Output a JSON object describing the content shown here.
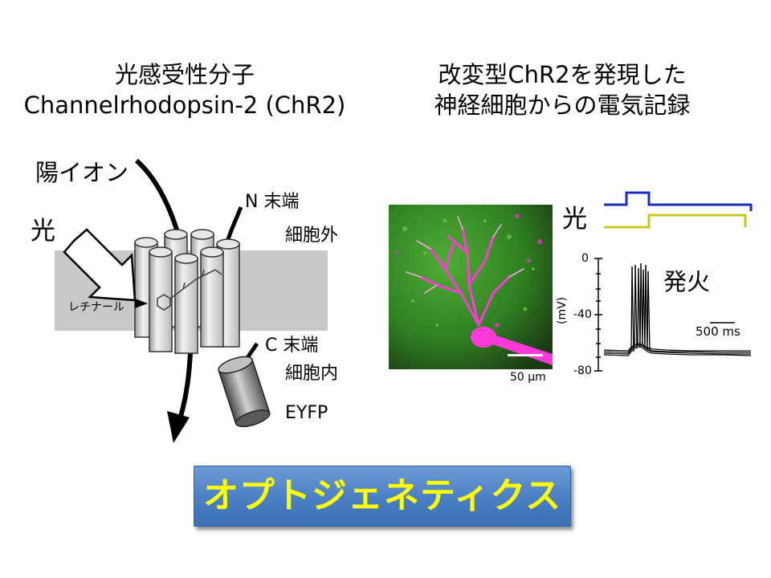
{
  "left_panel": {
    "title_line1": "光感受性分子",
    "title_line2": "Channelrhodopsin-2  (ChR2)",
    "label_cation": "陽イオン",
    "label_light": "光",
    "label_n_term": "N 末端",
    "label_extracellular": "細胞外",
    "label_retinal": "レチナール",
    "label_c_term": "C 末端",
    "label_intracellular": "細胞内",
    "label_eyfp": "EYFP"
  },
  "right_panel": {
    "title_line1": "改変型ChR2を発現した",
    "title_line2": "神経細胞からの電気記録",
    "light_label": "光",
    "firing_label": "発火",
    "scale_micro": "50 μm",
    "scale_time": "500 ms",
    "y_axis_label": "(mV)",
    "y_ticks": [
      "0",
      "-40",
      "-80"
    ]
  },
  "banner": {
    "text": "オプトジェネティクス"
  },
  "colors": {
    "light_trace_blue": "#1a2cc8",
    "light_trace_yellow": "#c8c81a",
    "membrane_gray": "#c8c8c8",
    "banner_text": "#ffff00",
    "banner_bg": "#4a7fc4",
    "neuron_magenta": "#ff2bd6",
    "tissue_green": "#3a9a28"
  }
}
